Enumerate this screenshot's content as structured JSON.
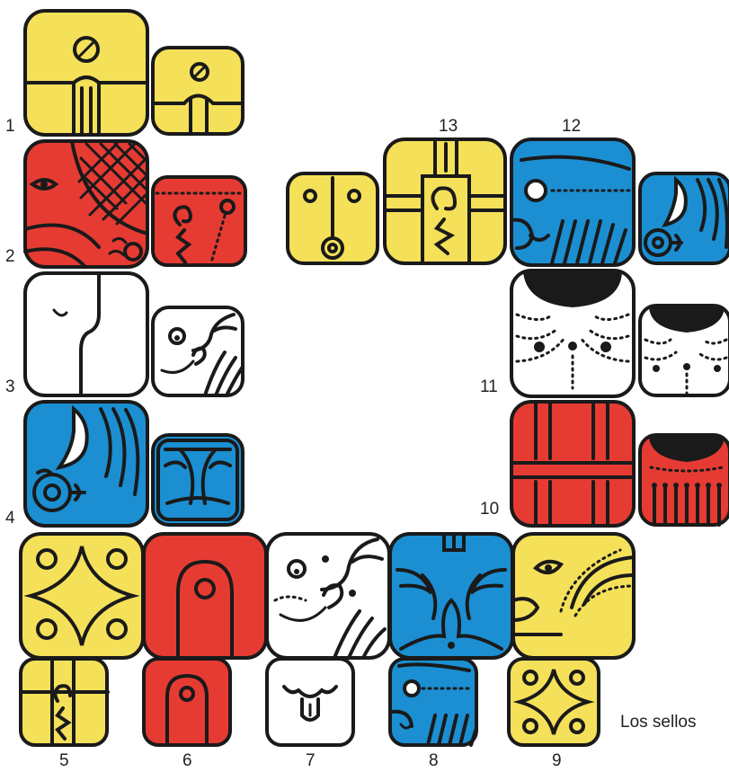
{
  "colors": {
    "yellow": "#f5e05a",
    "red": "#e63b33",
    "blue": "#1b8fd2",
    "white": "#ffffff",
    "ink": "#1a1a1a"
  },
  "numbers": [
    "1",
    "2",
    "3",
    "4",
    "5",
    "6",
    "7",
    "8",
    "9",
    "10",
    "11",
    "12",
    "13"
  ],
  "caption": "Los sellos",
  "glyphs": [
    {
      "n": "1",
      "color": "yellow",
      "icon": "yellow-sun-glyph-icon"
    },
    {
      "n": "2",
      "color": "red",
      "icon": "red-earth-glyph-icon"
    },
    {
      "n": "3",
      "color": "white",
      "icon": "white-wind-glyph-icon"
    },
    {
      "n": "4",
      "color": "blue",
      "icon": "blue-night-glyph-icon"
    },
    {
      "n": "5",
      "color": "yellow",
      "icon": "yellow-seed-glyph-icon"
    },
    {
      "n": "6",
      "color": "red",
      "icon": "red-serpent-glyph-icon"
    },
    {
      "n": "7",
      "color": "white",
      "icon": "white-worldbridger-glyph-icon"
    },
    {
      "n": "8",
      "color": "blue",
      "icon": "blue-hand-glyph-icon"
    },
    {
      "n": "9",
      "color": "yellow",
      "icon": "yellow-star-glyph-icon"
    },
    {
      "n": "10",
      "color": "red",
      "icon": "red-moon-glyph-icon"
    },
    {
      "n": "11",
      "color": "white",
      "icon": "white-dog-glyph-icon"
    },
    {
      "n": "12",
      "color": "blue",
      "icon": "blue-monkey-glyph-icon"
    },
    {
      "n": "13",
      "color": "yellow",
      "icon": "yellow-human-glyph-icon"
    }
  ]
}
